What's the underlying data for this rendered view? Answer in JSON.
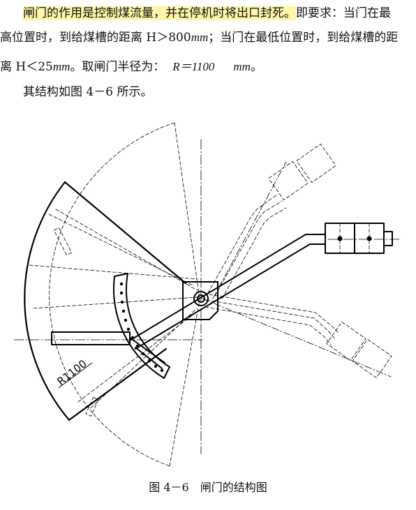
{
  "paragraph": {
    "line1_highlight": "闸门的作用是控制煤流量，并在停机时将出口封死。",
    "line1_rest": "即要求：当门在最",
    "line2_a": "高位置时，到给煤槽的距离 H＞800",
    "line2_unit": "mm",
    "line2_b": "；当门在最低位置时，到给煤槽的距",
    "line3_a": "离 H＜25",
    "line3_unit1": "mm",
    "line3_b": "。取闸门半径为：",
    "line3_eq": "R＝1100",
    "line3_unit2": "mm",
    "line3_c": "。",
    "line4": "其结构如图 4－6 所示。"
  },
  "figure": {
    "radius_label": "R1100",
    "caption": "图 4－6　闸门的结构图"
  }
}
